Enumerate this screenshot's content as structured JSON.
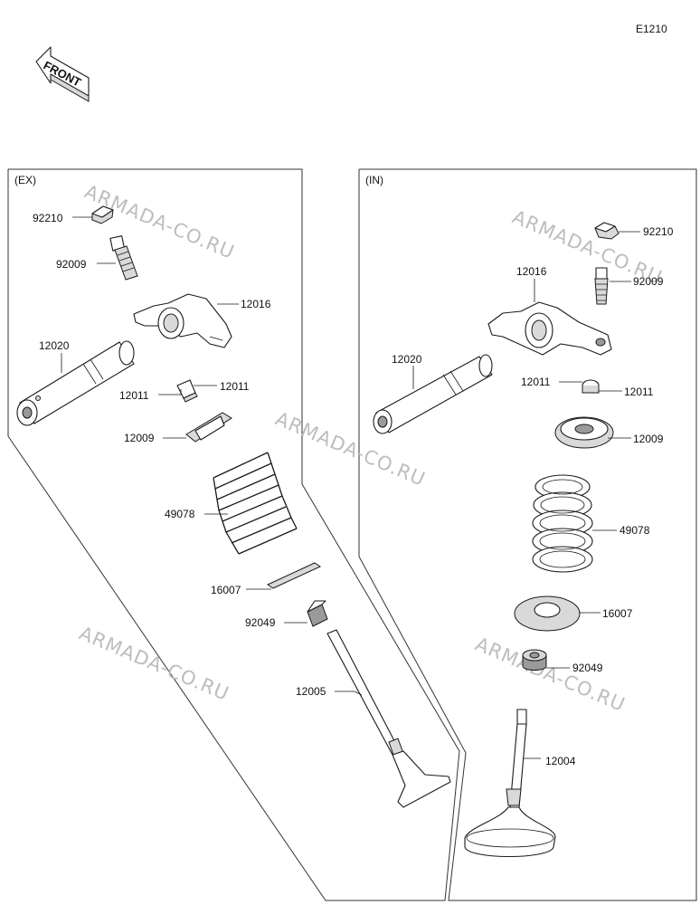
{
  "diagram_code": "E1210",
  "front_label": "FRONT",
  "watermark_text": "ARMADA-CO.RU",
  "exhaust": {
    "title": "(EX)",
    "labels": {
      "p92210": "92210",
      "p92009": "92009",
      "p12016": "12016",
      "p12020": "12020",
      "p12011a": "12011",
      "p12011b": "12011",
      "p12009": "12009",
      "p49078": "49078",
      "p16007": "16007",
      "p92049": "92049",
      "p12005": "12005"
    }
  },
  "intake": {
    "title": "(IN)",
    "labels": {
      "p92210": "92210",
      "p92009": "92009",
      "p12016": "12016",
      "p12020": "12020",
      "p12011a": "12011",
      "p12011b": "12011",
      "p12009": "12009",
      "p49078": "49078",
      "p16007": "16007",
      "p92049": "92049",
      "p12004": "12004"
    }
  }
}
